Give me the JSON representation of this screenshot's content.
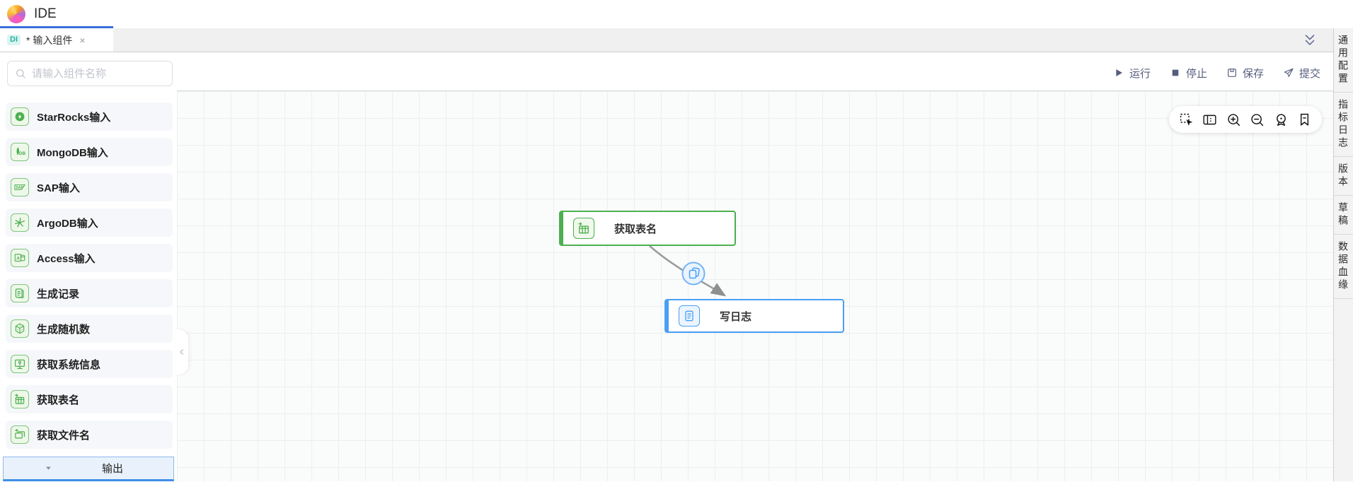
{
  "app": {
    "title": "IDE"
  },
  "tabs": {
    "active": {
      "badge": "DI",
      "title": "* 输入组件",
      "close_symbol": "×"
    },
    "expand_icon": "double-chevron-down-icon"
  },
  "toolbar": {
    "buttons": [
      {
        "id": "run",
        "label": "运行",
        "icon": "run-icon"
      },
      {
        "id": "stop",
        "label": "停止",
        "icon": "stop-icon"
      },
      {
        "id": "save",
        "label": "保存",
        "icon": "save-icon"
      },
      {
        "id": "submit",
        "label": "提交",
        "icon": "submit-icon"
      }
    ]
  },
  "component_panel": {
    "search_placeholder": "请输入组件名称",
    "items": [
      {
        "label": "StarRocks输入",
        "icon": "starrocks-icon"
      },
      {
        "label": "MongoDB输入",
        "icon": "mongodb-icon"
      },
      {
        "label": "SAP输入",
        "icon": "sap-icon"
      },
      {
        "label": "ArgoDB输入",
        "icon": "argodb-icon"
      },
      {
        "label": "Access输入",
        "icon": "access-icon"
      },
      {
        "label": "生成记录",
        "icon": "generate-record-icon"
      },
      {
        "label": "生成随机数",
        "icon": "random-number-icon"
      },
      {
        "label": "获取系统信息",
        "icon": "system-info-icon"
      },
      {
        "label": "获取表名",
        "icon": "table-name-icon"
      },
      {
        "label": "获取文件名",
        "icon": "file-name-icon"
      }
    ],
    "output_section_label": "输出"
  },
  "canvas": {
    "tools": [
      "marquee-select-icon",
      "minimap-icon",
      "zoom-in-icon",
      "zoom-out-icon",
      "locate-icon",
      "bookmark-icon"
    ],
    "nodes": [
      {
        "id": "node-1",
        "label": "获取表名",
        "type": "input",
        "accent_color": "#4caf50",
        "icon": "table-name-icon"
      },
      {
        "id": "node-2",
        "label": "写日志",
        "type": "output",
        "accent_color": "#4a9ff5",
        "icon": "write-log-icon"
      }
    ],
    "edge": {
      "from": "获取表名",
      "to": "写日志",
      "badge_icon": "copy-icon"
    }
  },
  "right_panel": {
    "tabs": [
      "通用配置",
      "指标日志",
      "版本",
      "草稿",
      "数据血缘"
    ]
  },
  "colors": {
    "green_accent": "#4caf50",
    "blue_accent": "#4a9ff5",
    "tab_indicator_blue": "#3a6fd8",
    "toolbar_text": "#565d7e",
    "di_badge_teal": "#23b3a4",
    "output_row_bg": "#e9f2fc",
    "edge_gray": "#9a9a9a"
  }
}
